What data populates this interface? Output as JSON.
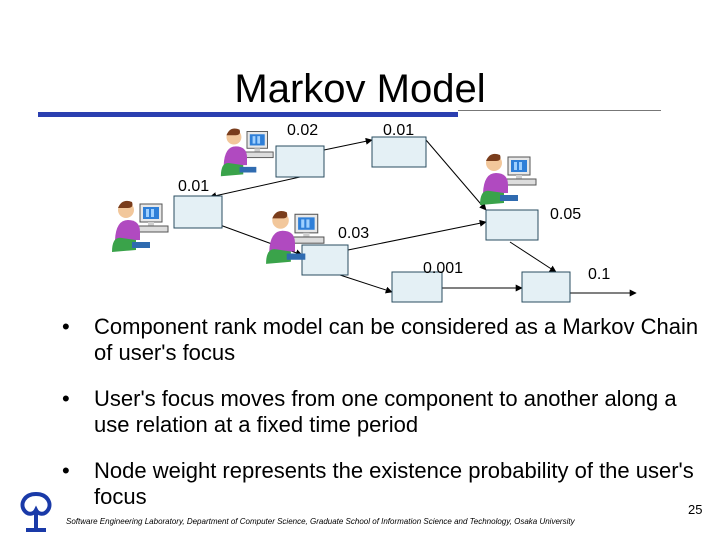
{
  "slide": {
    "title": "Markov Model",
    "bullets": [
      "Component rank model can be considered as a Markov Chain of user's focus",
      "User's focus moves from one component to another along a use relation at a fixed time period",
      "Node weight represents the existence probability of the user's focus"
    ],
    "footer": "Software Engineering Laboratory, Department of Computer Science, Graduate School of Information Science and Technology, Osaka University",
    "page_number": "25"
  },
  "diagram": {
    "edge_labels": [
      "0.02",
      "0.01",
      "0.01",
      "0.05",
      "0.03",
      "0.001",
      "0.1"
    ],
    "colors": {
      "node_fill": "#e4f0f5",
      "node_stroke": "#2a4d60",
      "title_rule": "#2b3fb0",
      "logo": "#1a3aa8"
    },
    "icons": [
      "user-at-computer-icon",
      "user-at-computer-icon",
      "user-at-computer-icon",
      "user-at-computer-icon"
    ]
  }
}
